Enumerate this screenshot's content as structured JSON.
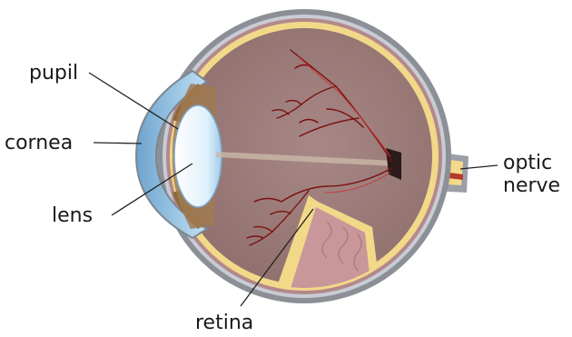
{
  "diagram": {
    "labels": {
      "pupil": "pupil",
      "cornea": "cornea",
      "lens": "lens",
      "retina": "retina",
      "optic_line1": "optic",
      "optic_line2": "nerve"
    },
    "colors": {
      "outer_wall": "#8c8f96",
      "outer_wall_light": "#c8ccd4",
      "vitreous": "#9a7b78",
      "retina_band": "#f2d989",
      "choroid": "#b3898c",
      "cornea_fill": "#9ec7e6",
      "lens_fill": "#d8ecf9",
      "iris_fill": "#8a6a3a",
      "nerve_red": "#b53a2a",
      "vessel": "#7a1010",
      "leader": "#222222"
    }
  }
}
